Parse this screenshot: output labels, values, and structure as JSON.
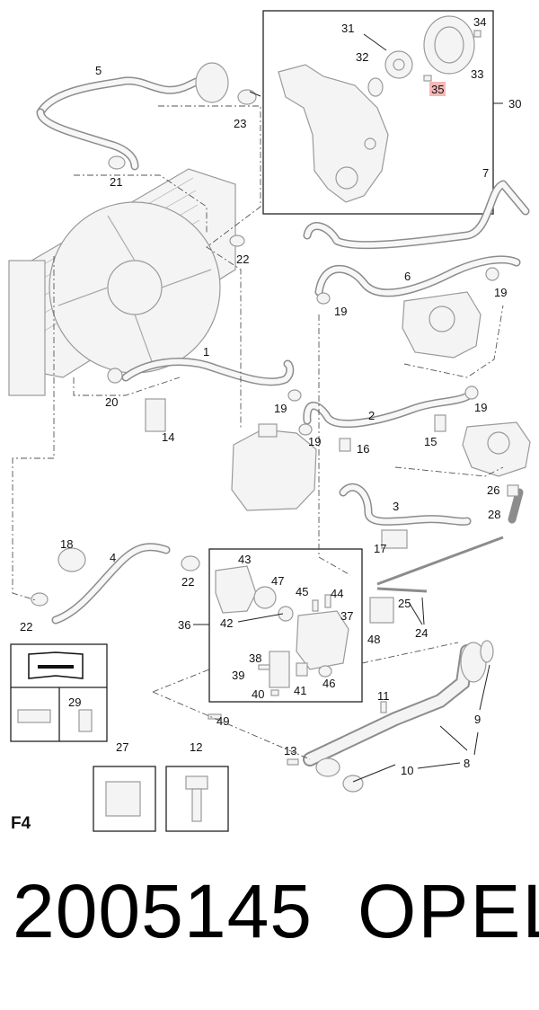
{
  "diagram": {
    "section_label": "F4",
    "highlight_color": "#f6b8b8",
    "callouts": [
      "1",
      "2",
      "3",
      "4",
      "5",
      "6",
      "7",
      "8",
      "9",
      "10",
      "11",
      "12",
      "13",
      "14",
      "15",
      "16",
      "17",
      "18",
      "19",
      "20",
      "21",
      "22",
      "23",
      "24",
      "25",
      "26",
      "27",
      "28",
      "29",
      "30",
      "31",
      "32",
      "33",
      "34",
      "35",
      "36",
      "37",
      "38",
      "39",
      "40",
      "41",
      "42",
      "43",
      "44",
      "45",
      "46",
      "47",
      "48",
      "49"
    ],
    "highlighted_callout": "35"
  },
  "footer": {
    "part_number": "2005145",
    "brand": "OPEL"
  }
}
